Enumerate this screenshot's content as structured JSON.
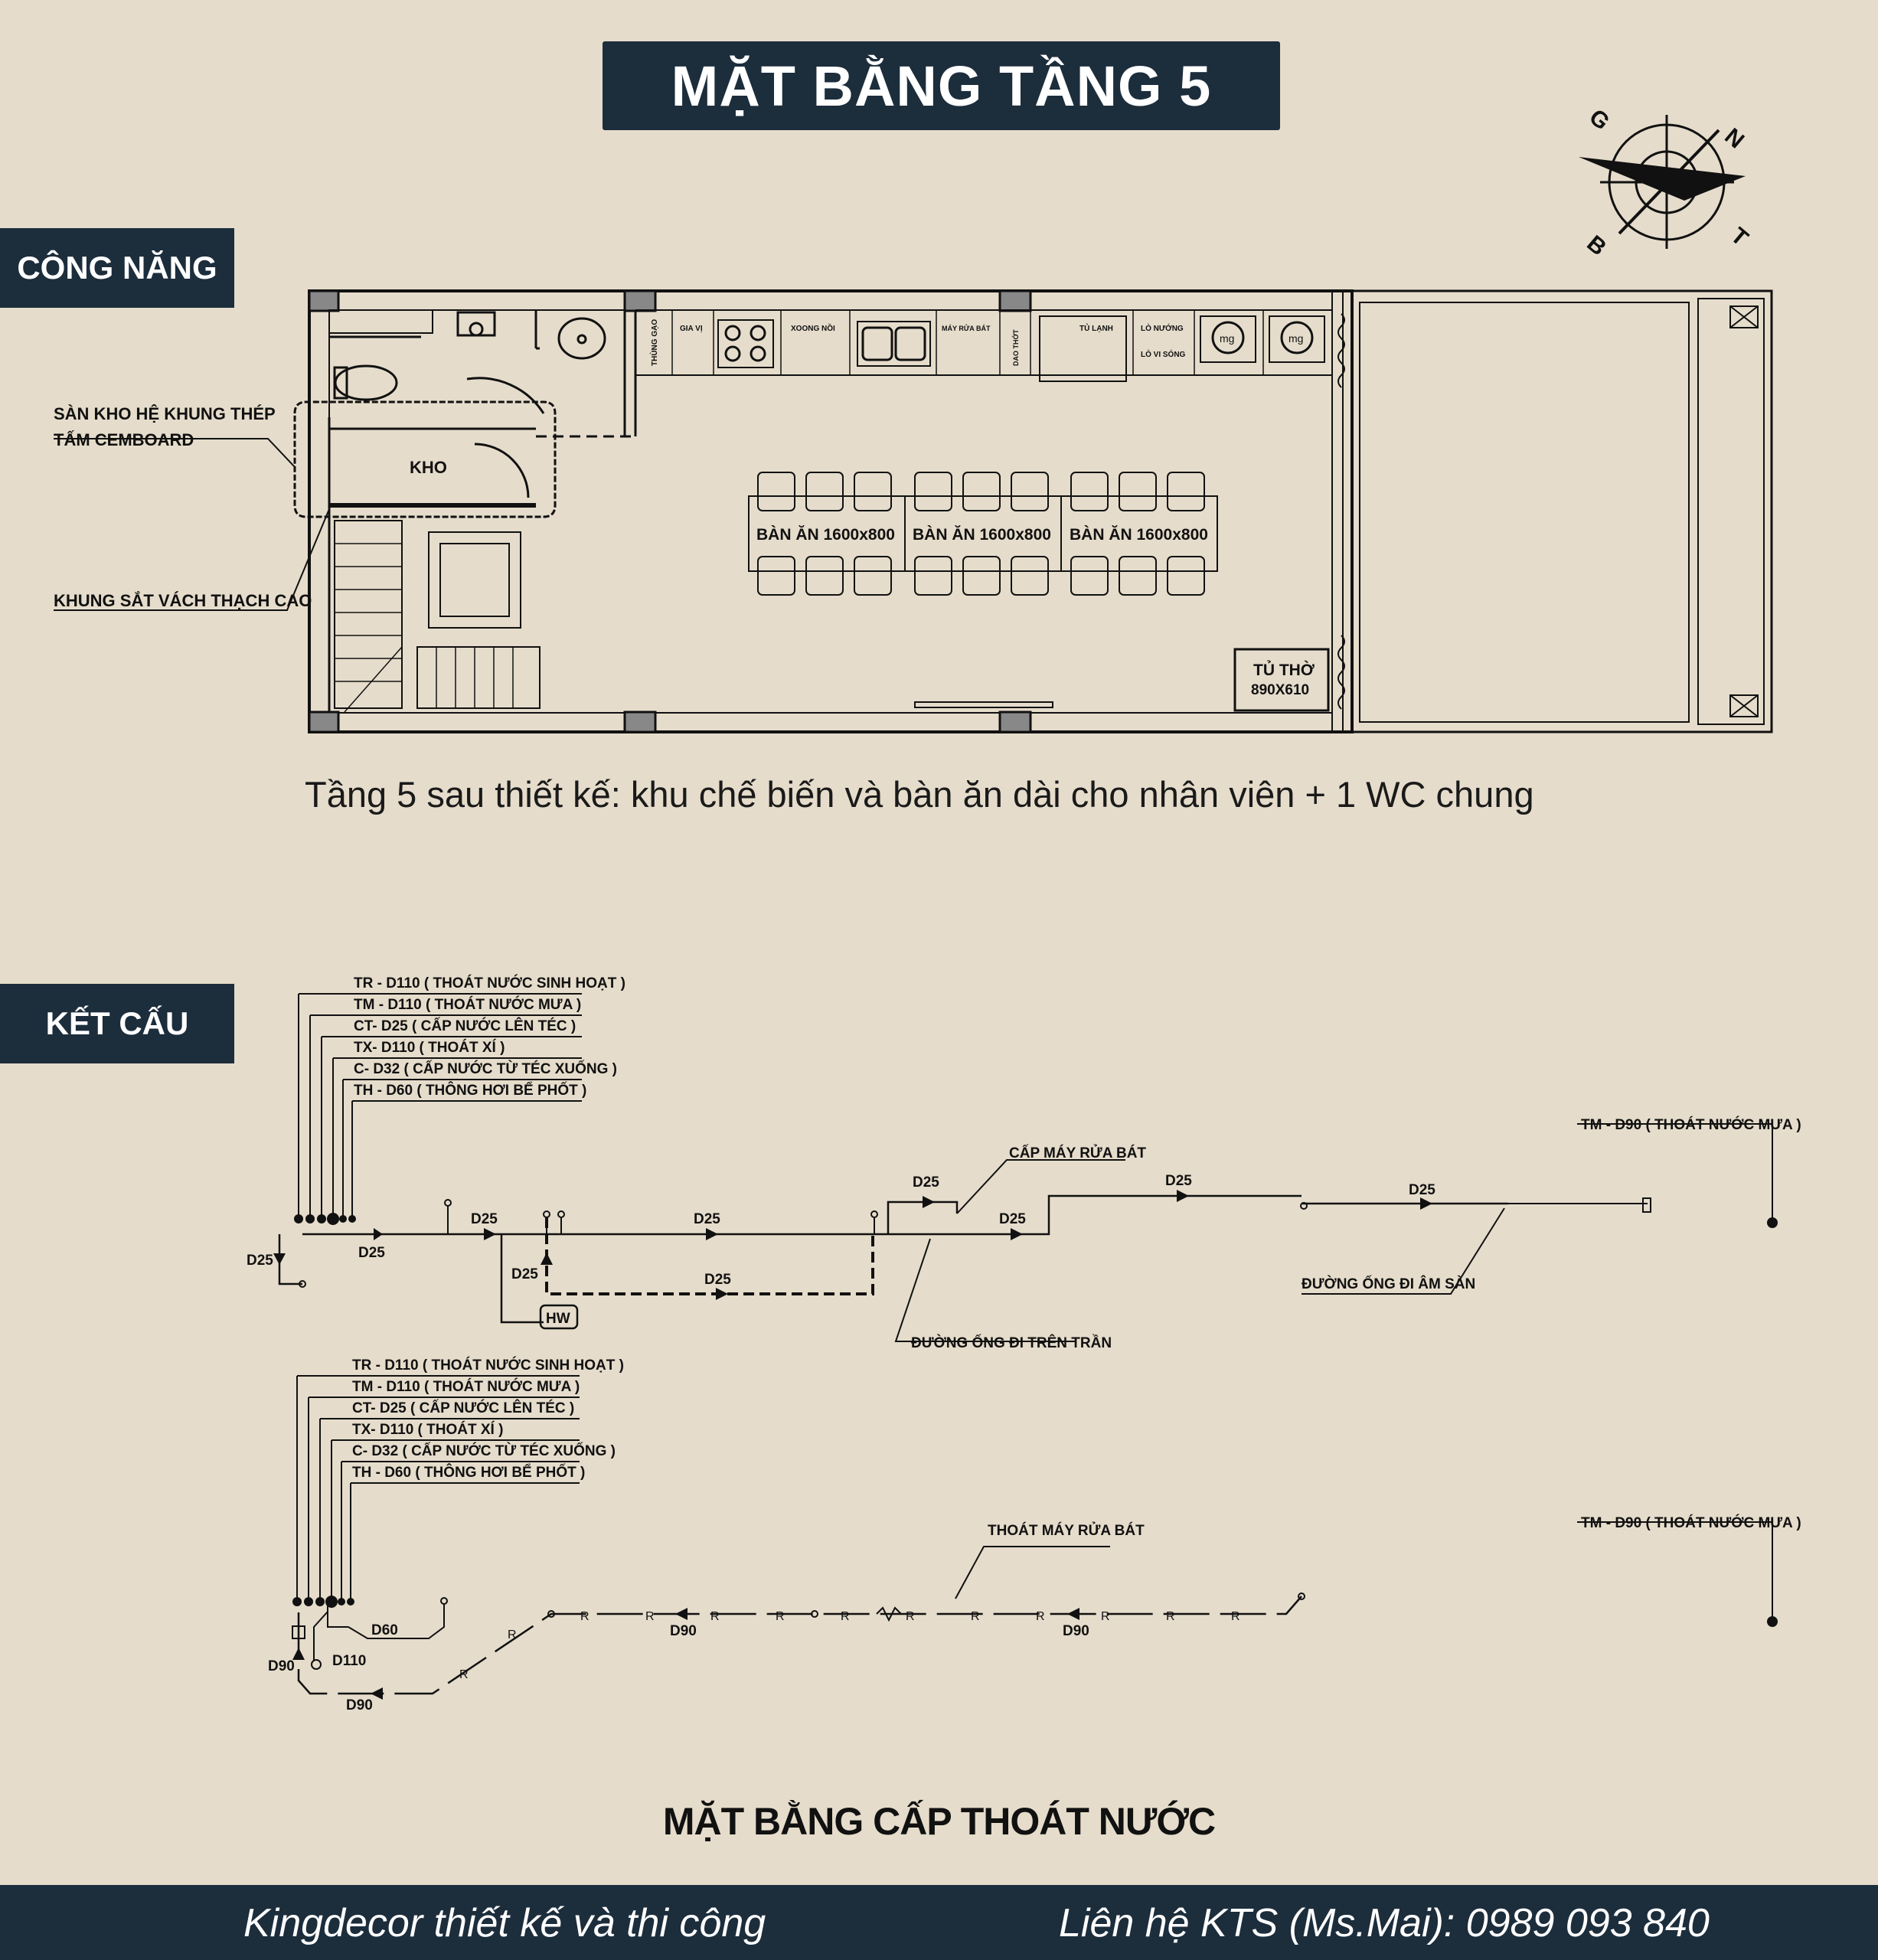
{
  "title": "MẶT BẰNG TẦNG 5",
  "tabs": {
    "function": "CÔNG NĂNG",
    "structure": "KẾT CẤU"
  },
  "compass": {
    "n": "N",
    "t": "T",
    "b": "B",
    "g": "G"
  },
  "plan": {
    "notes": {
      "cemboard_1": "SÀN KHO HỆ KHUNG THÉP",
      "cemboard_2": "TẤM CEMBOARD",
      "gypsum": "KHUNG SẮT VÁCH THẠCH CAO"
    },
    "rooms": {
      "kho": "KHO",
      "table_1": "BÀN ĂN 1600x800",
      "table_2": "BÀN ĂN 1600x800",
      "table_3": "BÀN ĂN 1600x800",
      "altar_1": "TỦ THỜ",
      "altar_2": "890X610"
    },
    "counter": {
      "rice": "THÙNG GẠO",
      "spice": "GIA VỊ",
      "pots": "XOONG NỒI",
      "dishwasher": "MÁY RỬA BÁT",
      "knife": "DAO THỚT",
      "fridge": "TỦ LẠNH",
      "oven": "LÒ NƯỚNG",
      "microwave": "LÒ VI SÓNG",
      "brand_1": "mg",
      "brand_2": "mg"
    }
  },
  "caption": "Tầng 5 sau thiết kế: khu chế biến và bàn ăn dài cho nhân viên + 1 WC chung",
  "supply": {
    "legend": [
      "TR - D110 ( THOÁT NƯỚC SINH HOẠT )",
      "TM - D110 ( THOÁT NƯỚC MƯA )",
      "CT- D25 ( CẤP NƯỚC LÊN TÉC )",
      "TX- D110 ( THOÁT XÍ )",
      "C- D32 ( CẤP NƯỚC TỪ TÉC XUỐNG )",
      "TH - D60 ( THÔNG HƠI BỂ PHỐT )"
    ],
    "rain": "TM - D90 ( THOÁT NƯỚC MƯA )",
    "dishwasher_supply": "CẤP MÁY RỬA BÁT",
    "ceiling_pipe": "ĐƯỜNG ỐNG ĐI TRÊN TRẦN",
    "floor_pipe": "ĐƯỜNG ỐNG ĐI ÂM SÀN",
    "hw": "HW",
    "labels": [
      "D25",
      "D25",
      "D25",
      "D25",
      "D25",
      "D25",
      "D25",
      "D25",
      "D25",
      "D25"
    ]
  },
  "drain": {
    "legend": [
      "TR - D110 ( THOÁT NƯỚC SINH HOẠT )",
      "TM - D110 ( THOÁT NƯỚC MƯA )",
      "CT- D25 ( CẤP NƯỚC LÊN TÉC )",
      "TX- D110 ( THOÁT XÍ )",
      "C- D32 ( CẤP NƯỚC TỪ TÉC XUỐNG )",
      "TH - D60 ( THÔNG HƠI BỂ PHỐT )"
    ],
    "rain": "TM - D90 ( THOÁT NƯỚC MƯA )",
    "dishwasher_drain": "THOÁT MÁY RỬA BÁT",
    "labels": [
      "D60",
      "D110",
      "D90",
      "D90",
      "D90",
      "D90"
    ],
    "r": "R"
  },
  "sub_title": "MẶT BẰNG CẤP THOÁT NƯỚC",
  "footer": {
    "left": "Kingdecor thiết kế và thi công",
    "right": "Liên hệ KTS (Ms.Mai): 0989 093 840"
  }
}
